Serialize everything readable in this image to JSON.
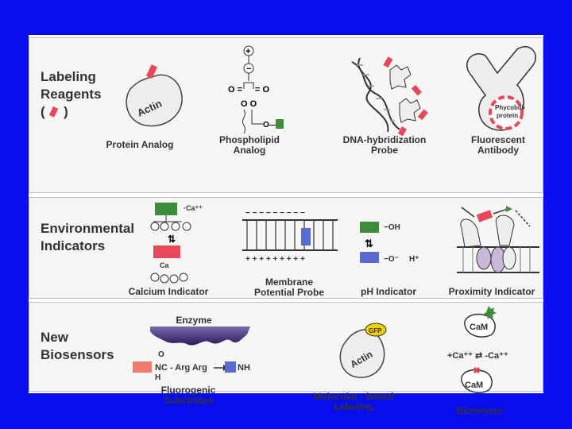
{
  "sections": {
    "labeling": {
      "title_line1": "Labeling",
      "title_line2": "Reagents",
      "title_line3_open": "(",
      "title_line3_close": ")",
      "items": {
        "protein_analog": "Protein Analog",
        "actin": "Actin",
        "phospholipid_1": "Phospholipid",
        "phospholipid_2": "Analog",
        "dna_1": "DNA-hybridization",
        "dna_2": "Probe",
        "antibody_1": "Fluorescent",
        "antibody_2": "Antibody",
        "phycobili_1": "Phycobili-",
        "phycobili_2": "protein"
      }
    },
    "environmental": {
      "title_line1": "Environmental",
      "title_line2": "Indicators",
      "items": {
        "calcium": "Calcium Indicator",
        "ca_free": "·Ca⁺⁺",
        "ca_bound": "Ca",
        "membrane_1": "Membrane",
        "membrane_2": "Potential Probe",
        "ph": "pH Indicator",
        "oh": "−OH",
        "o_minus": "−O⁻",
        "h_plus": "H⁺",
        "proximity": "Proximity Indicator"
      }
    },
    "biosensors": {
      "title_line1": "New",
      "title_line2": "Biosensors",
      "items": {
        "enzyme": "Enzyme",
        "substrate_formula": "NC - Arg Arg",
        "nh": "NH",
        "o": "O",
        "h": "H",
        "fluorogenic_1": "Fluorogenic",
        "fluorogenic_2": "Substrates",
        "gfp": "GFP",
        "actin": "Actin",
        "molecular_1": "Molecular - based",
        "molecular_2": "Labeling",
        "cam_top": "CaM",
        "cam_bottom": "CaM",
        "ca_equilibrium": "+Ca⁺⁺ ⇄ -Ca⁺⁺",
        "biosensor": "Biosensor"
      }
    }
  },
  "colors": {
    "background": "#0a0cf0",
    "label_red": "#e8485a",
    "green": "#3c8c3c",
    "blue": "#5a6ad0",
    "salmon": "#f07a70",
    "enzyme_purple": "#4a3a8a"
  }
}
